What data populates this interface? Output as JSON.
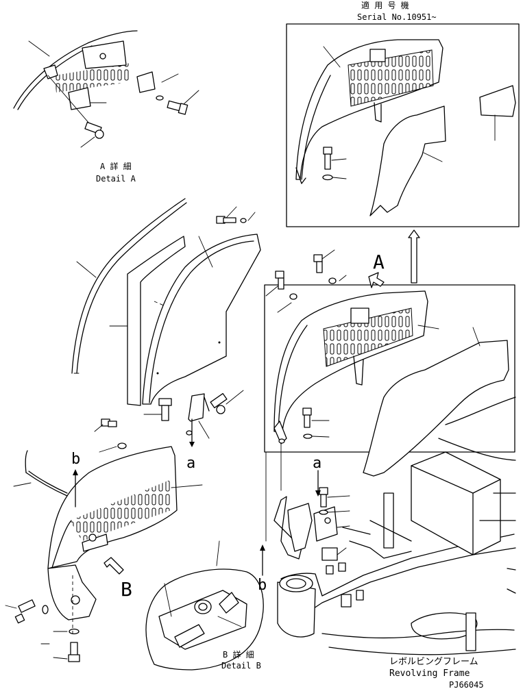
{
  "applicability": {
    "title_jp": "適 用 号 機",
    "serial": "Serial No.10951~"
  },
  "view_markers": {
    "a_upper": "a",
    "a_lower": "a",
    "b_left": "b",
    "b_lower": "b",
    "A": "A",
    "B": "B"
  },
  "detail_a": {
    "label_jp": "A 詳 細",
    "label_en": "Detail A"
  },
  "detail_b": {
    "label_jp": "B 詳 細",
    "label_en": "Detail B"
  },
  "frame": {
    "label_jp": "レボルビングフレーム",
    "label_en": "Revolving Frame"
  },
  "drawing_number": "PJ66045",
  "icons": [
    "view-direction-arrow-icon",
    "bolt-icon",
    "washer-icon",
    "vent-slot-icon"
  ]
}
